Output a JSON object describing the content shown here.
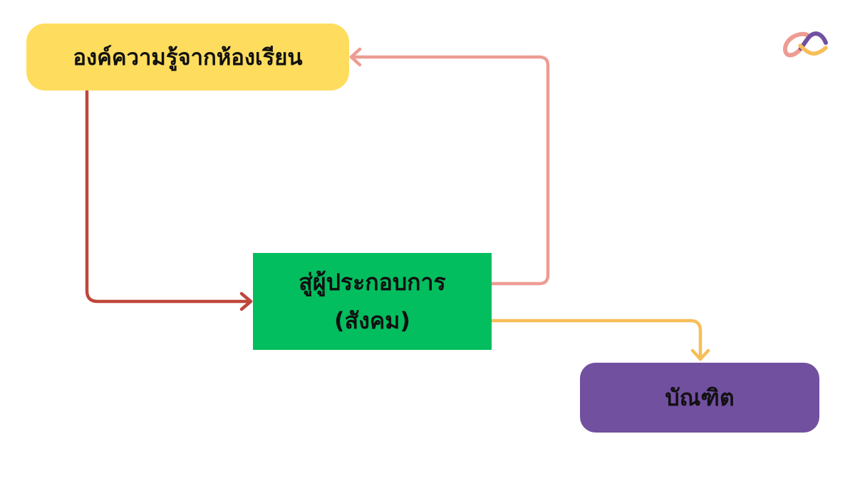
{
  "nodes": {
    "knowledge": {
      "label": "องค์ความรู้จากห้องเรียน",
      "color": "#FEDD5E"
    },
    "operator": {
      "line1": "สู่ผู้ประกอบการ",
      "line2": "(สังคม)",
      "color": "#02BE5F"
    },
    "graduate": {
      "label": "บัณฑิต",
      "color": "#7250A0"
    }
  },
  "edges": [
    {
      "from": "knowledge",
      "to": "operator",
      "color": "#C0463B"
    },
    {
      "from": "operator",
      "to": "knowledge",
      "color": "#EE9C93"
    },
    {
      "from": "operator",
      "to": "graduate",
      "color": "#F7BE58"
    }
  ],
  "logo": {
    "icon": "alpha-logo-icon",
    "colors": [
      "#EE9C93",
      "#F7BE58",
      "#7250A0"
    ]
  }
}
